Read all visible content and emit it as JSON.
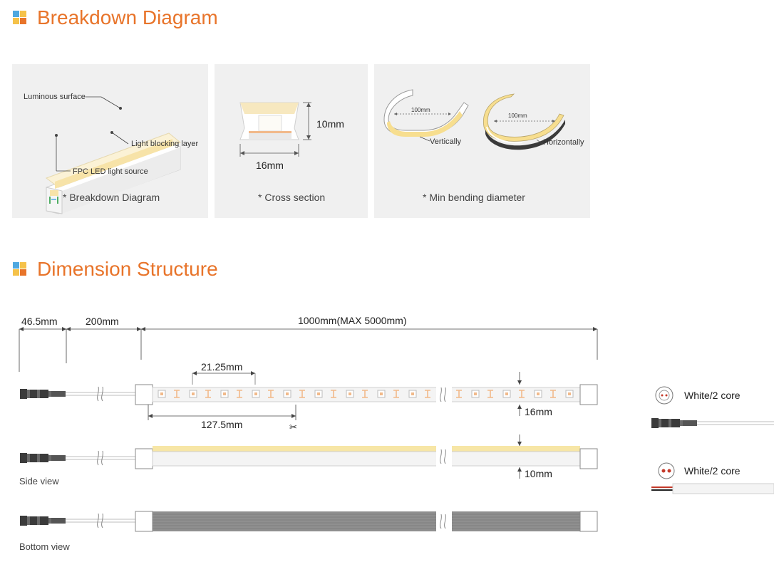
{
  "sections": {
    "breakdown_title": "Breakdown Diagram",
    "dimension_title": "Dimension Structure"
  },
  "cards": {
    "breakdown": {
      "caption": "* Breakdown Diagram",
      "luminous": "Luminous surface",
      "blocking": "Light blocking layer",
      "fpc": "FPC LED light source"
    },
    "cross": {
      "caption": "* Cross section",
      "height": "10mm",
      "width": "16mm"
    },
    "bending": {
      "caption": "* Min bending diameter",
      "dia_v": "100mm",
      "dia_h": "100mm",
      "vert": "Vertically",
      "horiz": "Horizontally"
    }
  },
  "dimensions": {
    "d1": "46.5mm",
    "d2": "200mm",
    "d3": "1000mm(MAX 5000mm)",
    "pitch": "21.25mm",
    "cut": "127.5mm",
    "width": "16mm",
    "height": "10mm"
  },
  "views": {
    "side": "Side view",
    "bottom": "Bottom view"
  },
  "connectors": {
    "c1": "White/2 core",
    "c2": "White/2 core"
  },
  "colors": {
    "accent": "#e8742a",
    "warm_led": "#f5dc8a",
    "chip": "#f1b98a",
    "bottom": "#8f8f8f"
  }
}
